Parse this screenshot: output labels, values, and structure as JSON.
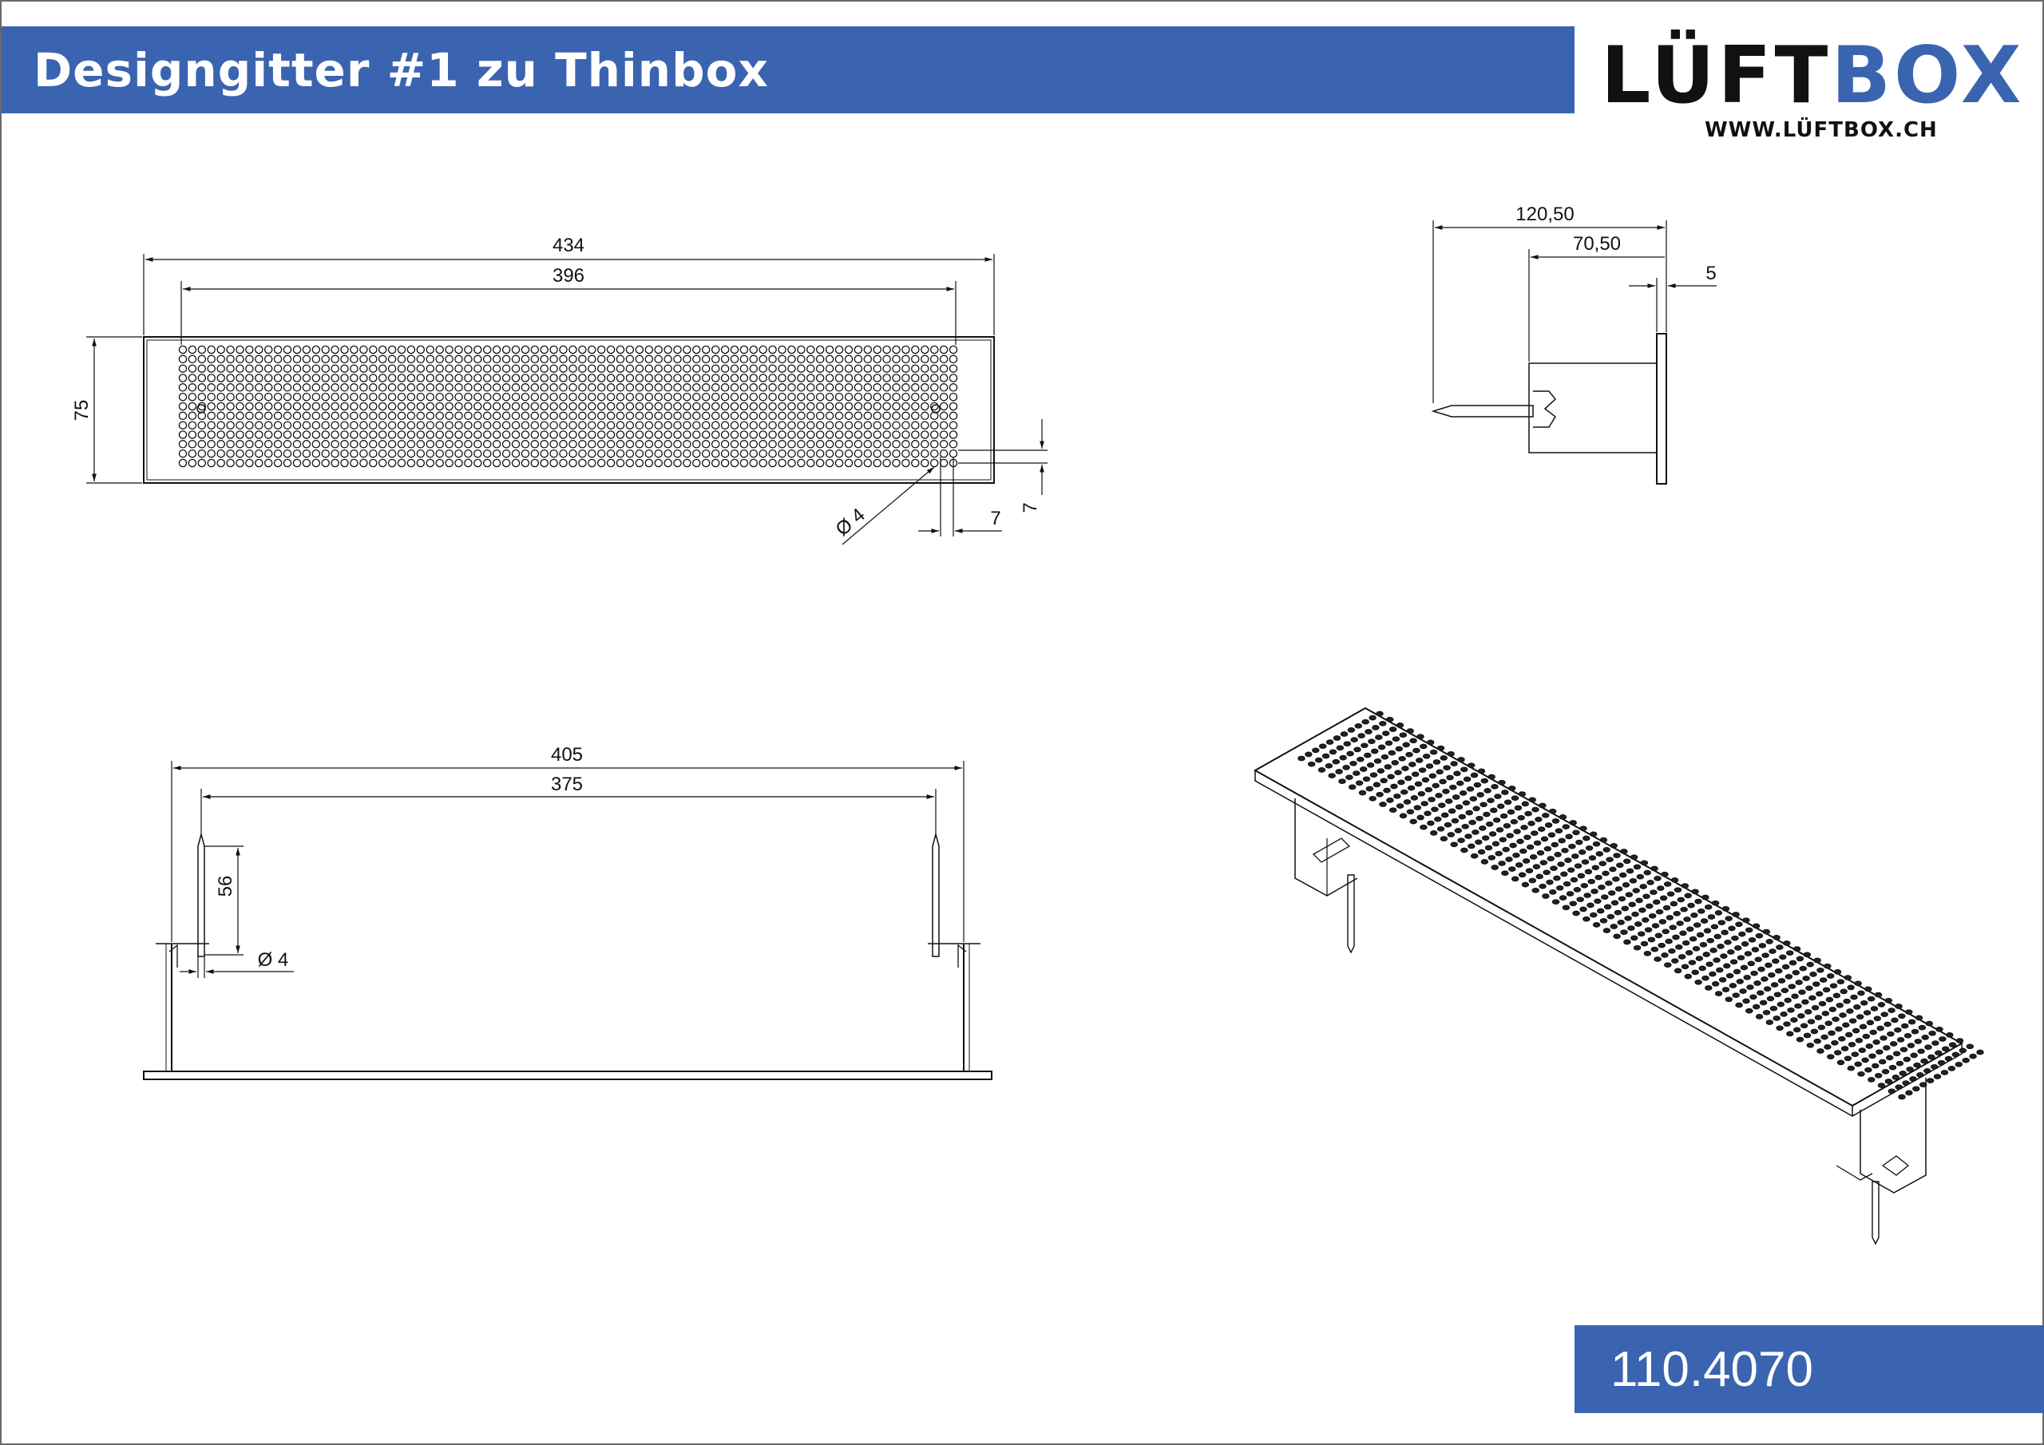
{
  "header": {
    "title": "Designgitter #1 zu Thinbox"
  },
  "logo": {
    "word_black": "LÜFT",
    "word_blue": "BOX",
    "url": "WWW.LÜFTBOX.CH"
  },
  "part_number": "110.4070",
  "colors": {
    "brand_blue": "#3a64b0",
    "line": "#111111"
  },
  "dimensions": {
    "front_overall_width": "434",
    "front_perforation_width": "396",
    "front_height": "75",
    "hole_diameter": "Ø 4",
    "hole_pitch_horizontal": "7",
    "hole_pitch_vertical": "7",
    "side_total_depth": "120,50",
    "side_frame_depth": "70,50",
    "side_plate_thickness": "5",
    "bottom_overall_width": "405",
    "bottom_pin_spacing": "375",
    "pin_length": "56",
    "pin_diameter": "Ø 4"
  }
}
